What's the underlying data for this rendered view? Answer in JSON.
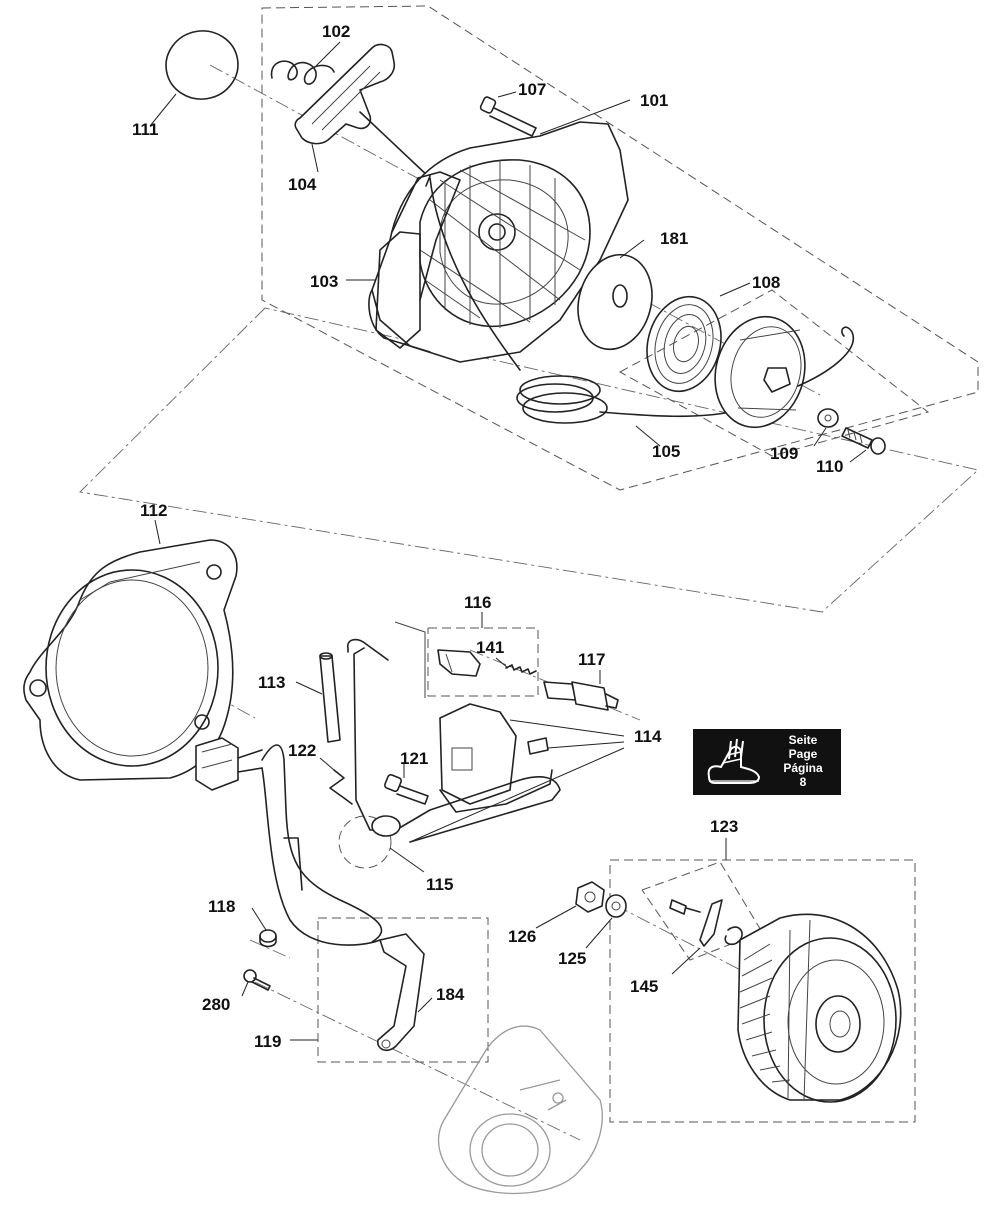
{
  "labels": {
    "p101": "101",
    "p102": "102",
    "p103": "103",
    "p104": "104",
    "p105": "105",
    "p107": "107",
    "p108": "108",
    "p109": "109",
    "p110": "110",
    "p111": "111",
    "p112": "112",
    "p113": "113",
    "p114": "114",
    "p115": "115",
    "p116": "116",
    "p117": "117",
    "p118": "118",
    "p119": "119",
    "p121": "121",
    "p122": "122",
    "p123": "123",
    "p125": "125",
    "p126": "126",
    "p141": "141",
    "p145": "145",
    "p181": "181",
    "p184": "184",
    "p280": "280"
  },
  "page_ref": {
    "line1": "Seite",
    "line2": "Page",
    "line3": "Página",
    "number": "8",
    "icon": "shoe-boot-icon"
  },
  "colors": {
    "ink": "#222222",
    "badge_bg": "#111111",
    "badge_text": "#ffffff",
    "ghost": "#9a9a9a"
  }
}
